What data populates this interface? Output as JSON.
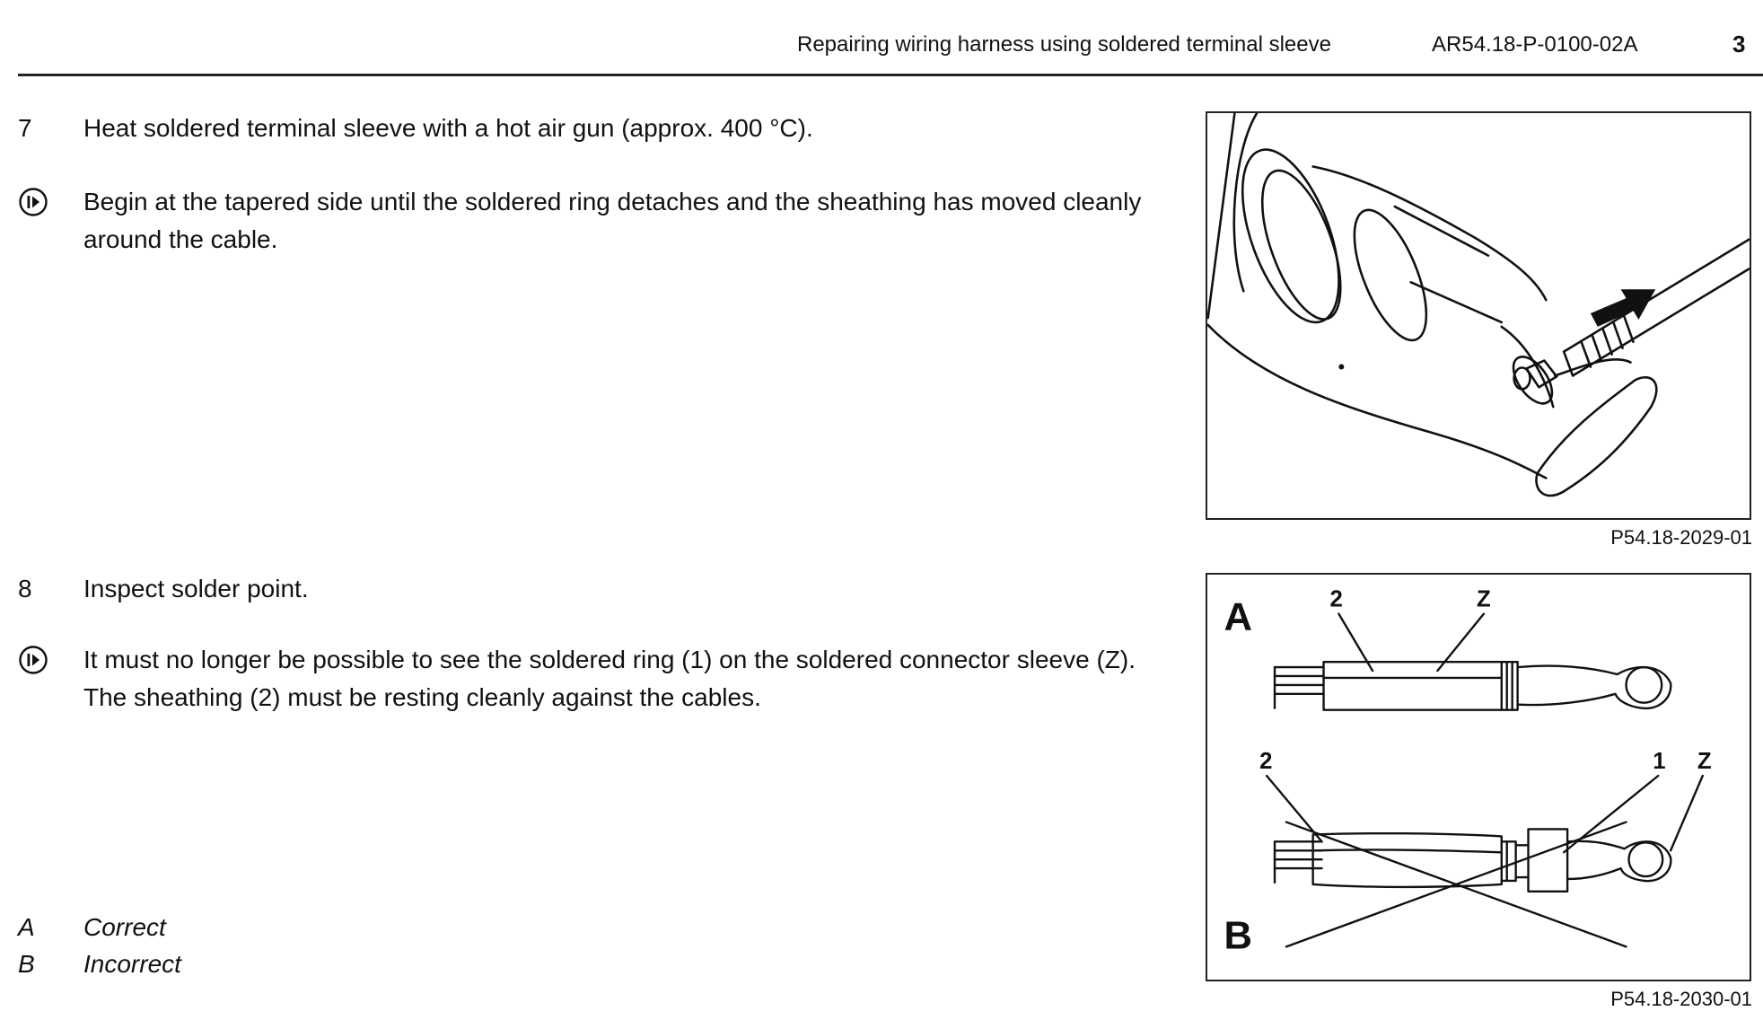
{
  "header": {
    "title": "Repairing wiring harness using soldered terminal sleeve",
    "doc_number": "AR54.18-P-0100-02A",
    "page": "3"
  },
  "steps": [
    {
      "number": "7",
      "text": "Heat soldered terminal sleeve with a hot air gun (approx. 400 °C).",
      "note": "Begin at the tapered side until the soldered ring detaches and the sheathing has moved cleanly around the cable."
    },
    {
      "number": "8",
      "text": "Inspect solder point.",
      "note": "It must no longer be possible to see the soldered ring (1) on the soldered connector sleeve (Z). The sheathing (2) must be resting cleanly against the cables."
    }
  ],
  "legend": [
    {
      "key": "A",
      "label": "Correct"
    },
    {
      "key": "B",
      "label": "Incorrect"
    }
  ],
  "figures": [
    {
      "code": "P54.18-2029-01"
    },
    {
      "code": "P54.18-2030-01",
      "panel_a_label": "A",
      "panel_b_label": "B",
      "callouts_a": [
        "2",
        "Z"
      ],
      "callouts_b": [
        "2",
        "1",
        "Z"
      ]
    }
  ]
}
